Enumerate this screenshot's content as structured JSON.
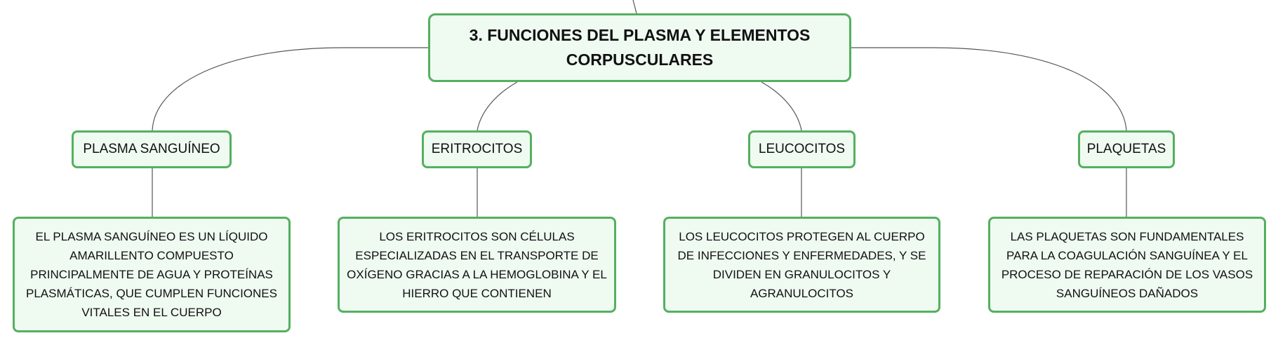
{
  "map": {
    "root": {
      "title": "3. FUNCIONES DEL PLASMA Y ELEMENTOS CORPUSCULARES"
    },
    "branches": [
      {
        "label": "PLASMA SANGUÍNEO",
        "description": "EL PLASMA SANGUÍNEO ES UN LÍQUIDO AMARILLENTO COMPUESTO PRINCIPALMENTE DE AGUA Y PROTEÍNAS PLASMÁTICAS, QUE CUMPLEN FUNCIONES VITALES EN EL CUERPO"
      },
      {
        "label": "ERITROCITOS",
        "description": "LOS ERITROCITOS SON CÉLULAS ESPECIALIZADAS EN EL TRANSPORTE DE OXÍGENO GRACIAS A LA HEMOGLOBINA Y EL HIERRO QUE CONTIENEN"
      },
      {
        "label": "LEUCOCITOS",
        "description": "LOS LEUCOCITOS PROTEGEN AL CUERPO DE INFECCIONES Y ENFERMEDADES, Y SE DIVIDEN EN GRANULOCITOS Y AGRANULOCITOS"
      },
      {
        "label": "PLAQUETAS",
        "description": "LAS PLAQUETAS SON FUNDAMENTALES PARA LA COAGULACIÓN SANGUÍNEA Y EL PROCESO DE REPARACIÓN DE LOS VASOS SANGUÍNEOS DAÑADOS"
      }
    ]
  },
  "colors": {
    "node_border": "#54b060",
    "node_fill": "#effaf1",
    "connector": "#555555",
    "text": "#111111"
  }
}
